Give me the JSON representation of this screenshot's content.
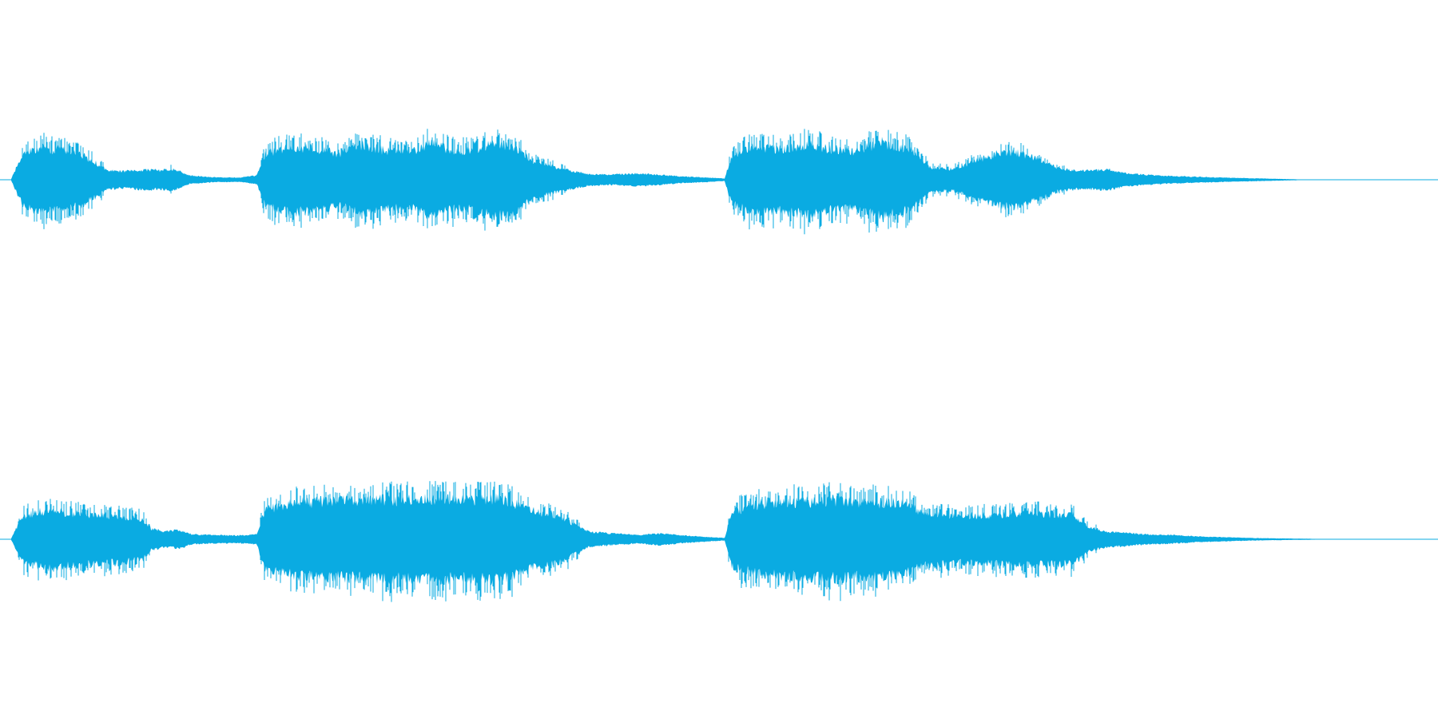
{
  "waveform": {
    "color": "#0aabe2",
    "background": "#ffffff",
    "channels": [
      {
        "name": "left",
        "envelope": [
          [
            0.0,
            0.02
          ],
          [
            0.008,
            0.62
          ],
          [
            0.02,
            0.78
          ],
          [
            0.035,
            0.72
          ],
          [
            0.05,
            0.6
          ],
          [
            0.06,
            0.4
          ],
          [
            0.068,
            0.22
          ],
          [
            0.08,
            0.2
          ],
          [
            0.095,
            0.24
          ],
          [
            0.105,
            0.22
          ],
          [
            0.112,
            0.26
          ],
          [
            0.118,
            0.2
          ],
          [
            0.125,
            0.1
          ],
          [
            0.14,
            0.06
          ],
          [
            0.16,
            0.05
          ],
          [
            0.172,
            0.1
          ],
          [
            0.178,
            0.62
          ],
          [
            0.195,
            0.8
          ],
          [
            0.215,
            0.74
          ],
          [
            0.23,
            0.62
          ],
          [
            0.245,
            0.84
          ],
          [
            0.262,
            0.7
          ],
          [
            0.278,
            0.64
          ],
          [
            0.295,
            0.88
          ],
          [
            0.31,
            0.7
          ],
          [
            0.325,
            0.72
          ],
          [
            0.34,
            0.88
          ],
          [
            0.355,
            0.76
          ],
          [
            0.365,
            0.44
          ],
          [
            0.38,
            0.32
          ],
          [
            0.392,
            0.22
          ],
          [
            0.405,
            0.14
          ],
          [
            0.42,
            0.12
          ],
          [
            0.44,
            0.15
          ],
          [
            0.455,
            0.12
          ],
          [
            0.47,
            0.08
          ],
          [
            0.49,
            0.05
          ],
          [
            0.5,
            0.03
          ],
          [
            0.505,
            0.58
          ],
          [
            0.52,
            0.8
          ],
          [
            0.54,
            0.74
          ],
          [
            0.56,
            0.86
          ],
          [
            0.575,
            0.72
          ],
          [
            0.59,
            0.68
          ],
          [
            0.61,
            0.9
          ],
          [
            0.63,
            0.72
          ],
          [
            0.645,
            0.28
          ],
          [
            0.66,
            0.26
          ],
          [
            0.675,
            0.44
          ],
          [
            0.69,
            0.62
          ],
          [
            0.705,
            0.66
          ],
          [
            0.72,
            0.48
          ],
          [
            0.735,
            0.26
          ],
          [
            0.75,
            0.22
          ],
          [
            0.77,
            0.24
          ],
          [
            0.78,
            0.16
          ],
          [
            0.795,
            0.12
          ],
          [
            0.81,
            0.09
          ],
          [
            0.83,
            0.07
          ],
          [
            0.85,
            0.05
          ],
          [
            0.87,
            0.035
          ],
          [
            0.89,
            0.02
          ],
          [
            0.9,
            0.012
          ],
          [
            0.91,
            0.0
          ]
        ]
      },
      {
        "name": "right",
        "envelope": [
          [
            0.0,
            0.02
          ],
          [
            0.008,
            0.55
          ],
          [
            0.025,
            0.7
          ],
          [
            0.045,
            0.62
          ],
          [
            0.065,
            0.58
          ],
          [
            0.08,
            0.54
          ],
          [
            0.092,
            0.5
          ],
          [
            0.098,
            0.26
          ],
          [
            0.108,
            0.18
          ],
          [
            0.118,
            0.22
          ],
          [
            0.126,
            0.12
          ],
          [
            0.14,
            0.1
          ],
          [
            0.16,
            0.09
          ],
          [
            0.172,
            0.12
          ],
          [
            0.178,
            0.72
          ],
          [
            0.2,
            0.88
          ],
          [
            0.23,
            0.92
          ],
          [
            0.26,
            0.94
          ],
          [
            0.29,
            0.96
          ],
          [
            0.32,
            0.94
          ],
          [
            0.34,
            0.98
          ],
          [
            0.355,
            0.84
          ],
          [
            0.37,
            0.64
          ],
          [
            0.385,
            0.54
          ],
          [
            0.395,
            0.36
          ],
          [
            0.405,
            0.18
          ],
          [
            0.42,
            0.14
          ],
          [
            0.44,
            0.1
          ],
          [
            0.455,
            0.14
          ],
          [
            0.47,
            0.09
          ],
          [
            0.49,
            0.05
          ],
          [
            0.5,
            0.03
          ],
          [
            0.505,
            0.66
          ],
          [
            0.525,
            0.86
          ],
          [
            0.55,
            0.9
          ],
          [
            0.575,
            0.94
          ],
          [
            0.6,
            0.9
          ],
          [
            0.625,
            0.86
          ],
          [
            0.64,
            0.62
          ],
          [
            0.66,
            0.56
          ],
          [
            0.69,
            0.58
          ],
          [
            0.72,
            0.62
          ],
          [
            0.745,
            0.58
          ],
          [
            0.755,
            0.3
          ],
          [
            0.768,
            0.18
          ],
          [
            0.78,
            0.16
          ],
          [
            0.795,
            0.12
          ],
          [
            0.815,
            0.1
          ],
          [
            0.83,
            0.07
          ],
          [
            0.85,
            0.05
          ],
          [
            0.87,
            0.03
          ],
          [
            0.89,
            0.02
          ],
          [
            0.91,
            0.012
          ],
          [
            0.925,
            0.0
          ]
        ]
      }
    ]
  }
}
